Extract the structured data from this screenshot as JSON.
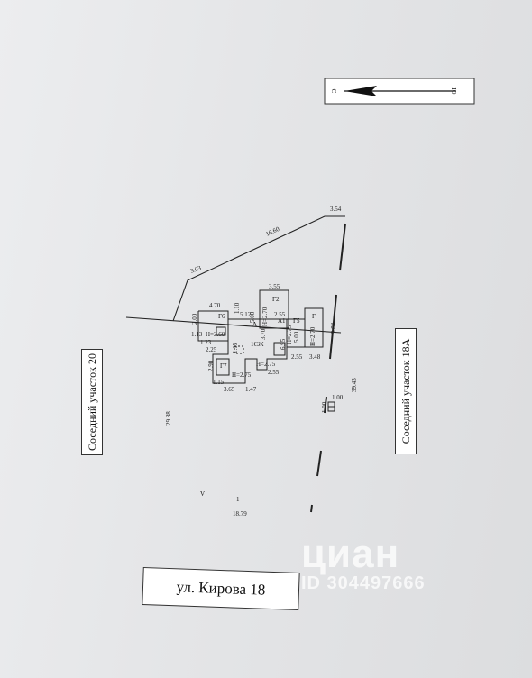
{
  "compass": {
    "left_letter": "С",
    "right_letter": "Ю"
  },
  "neighbors": {
    "left": "Соседний участок 20",
    "right": "Соседний участок 18А"
  },
  "street_label": "ул. Кирова 18",
  "watermark": {
    "brand": "циан",
    "ad_id": "ID 304497666"
  },
  "parcel_dims": {
    "top_right": "3.54",
    "top_slope": "16.60",
    "top_left": "3.03",
    "left_side": "29.88",
    "right_side": "39.43",
    "bottom": "18.79"
  },
  "buildings": {
    "house_label": "1СЖ",
    "a_label": "А",
    "a1_label": "А1",
    "g5_label": "Г5",
    "g_label": "Г",
    "g6_label": "Г6",
    "g2_label": "Г2",
    "g7_label": "Г7",
    "marker_label": "1",
    "v_label": "V",
    "well_label": "1.00",
    "well_side": "1.00"
  },
  "dims": {
    "d470": "4.70",
    "d110": "1.10",
    "d512": "5.12",
    "d255a": "2.55",
    "d200": "2.00",
    "d113": "1.13",
    "h260": "H=2.60",
    "d123": "1.23",
    "d225": "2.25",
    "d115a": "1.15",
    "d370": "3.70",
    "d695": "6.95",
    "h275a": "H=2.75",
    "d500a": "5.00",
    "h270a": "H=2.70",
    "d584": "5.84",
    "d290": "2.90",
    "h275b": "H=2.75",
    "h275c": "H=2.75",
    "d255b": "2.55",
    "d255c": "2.55",
    "d348": "3.48",
    "d115b": "1.15",
    "d365": "3.65",
    "d147": "1.47",
    "d355": "3.55",
    "d500b": "5.00",
    "h270b": "H=2.70"
  }
}
